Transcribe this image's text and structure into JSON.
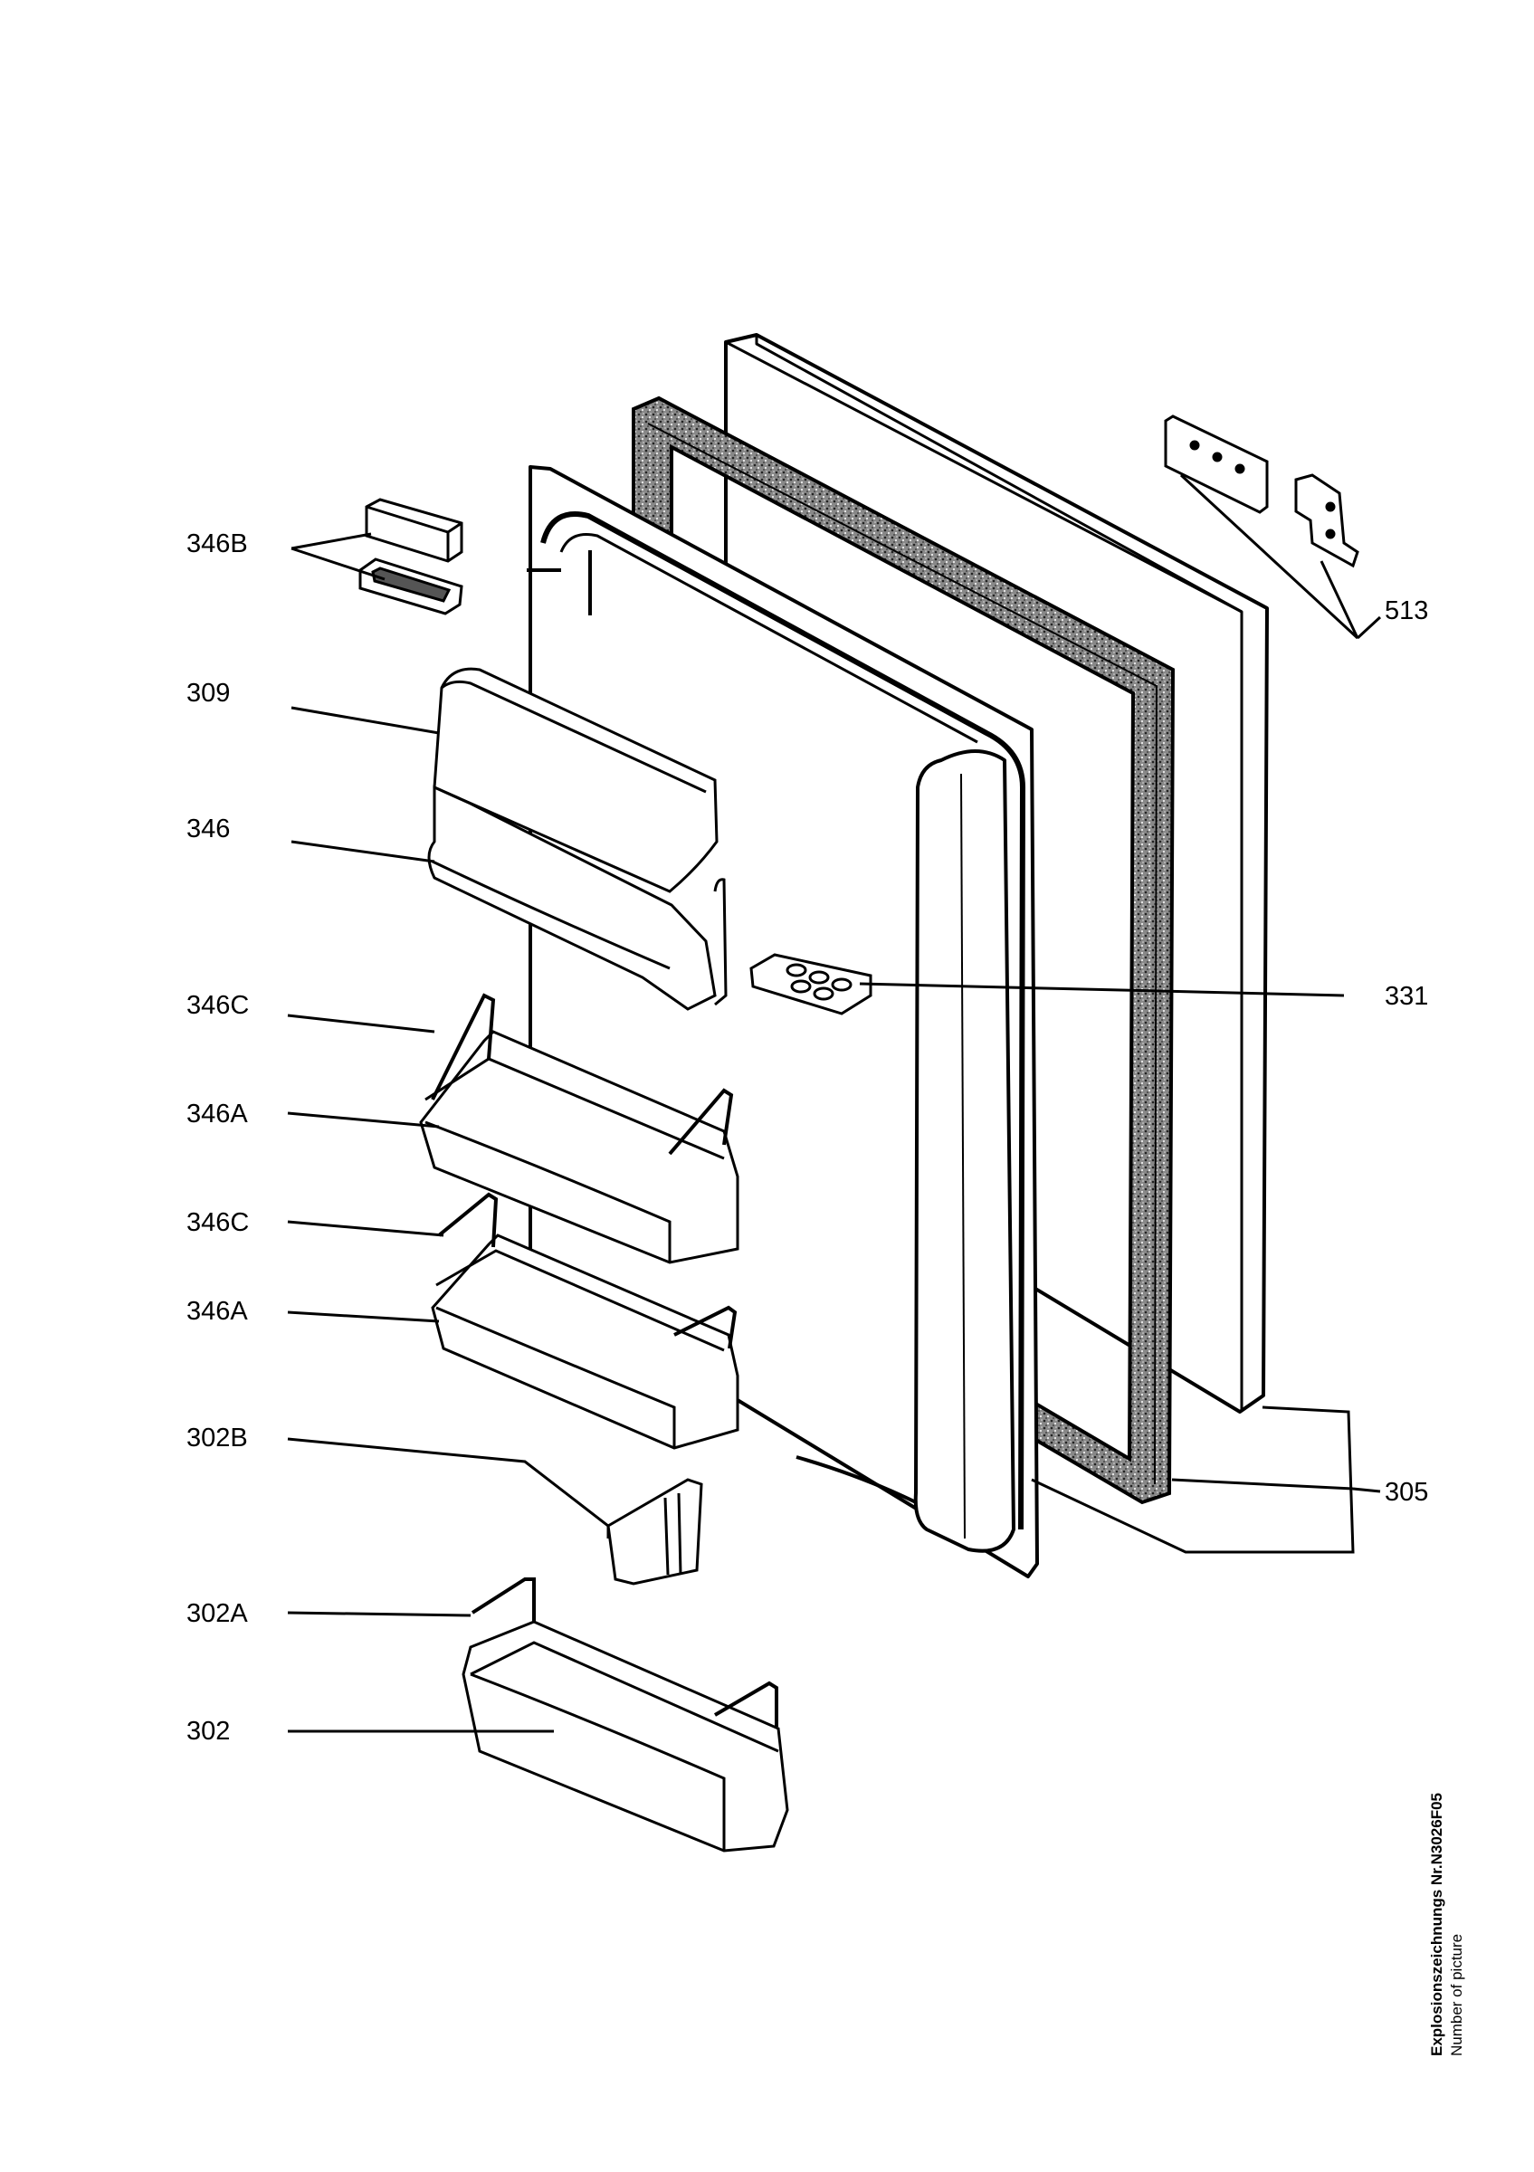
{
  "labels": {
    "l346B": "346B",
    "l309": "309",
    "l346": "346",
    "l346C_1": "346C",
    "l346A_1": "346A",
    "l346C_2": "346C",
    "l346A_2": "346A",
    "l302B": "302B",
    "l302A": "302A",
    "l302": "302",
    "l513": "513",
    "l331": "331",
    "l305": "305"
  },
  "caption": {
    "line1": "Explosionszeichnungs Nr.N3026F05",
    "line2": "Number of picture"
  },
  "colors": {
    "line": "#000000",
    "gasket": "#555555",
    "background": "#ffffff"
  }
}
